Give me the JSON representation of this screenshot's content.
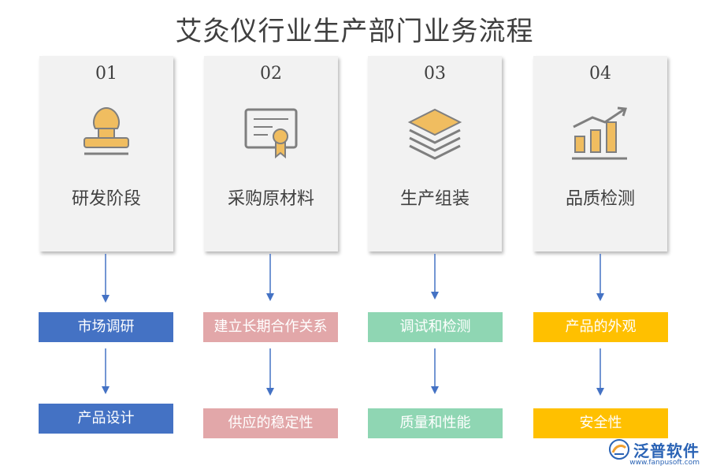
{
  "title": "艾灸仪行业生产部门业务流程",
  "colors": {
    "blue": "#4472c4",
    "pink": "#e2a7a9",
    "green": "#8fd6b3",
    "yellow": "#ffc000",
    "icon_fill": "#f0bd60",
    "icon_stroke": "#7f7f7f",
    "arrow": "#4472c4"
  },
  "stages": [
    {
      "num": "01",
      "icon": "stamp-icon",
      "label": "研发阶段",
      "color": "blue",
      "steps": [
        "市场调研",
        "产品设计"
      ]
    },
    {
      "num": "02",
      "icon": "certificate-icon",
      "label": "采购原材料",
      "color": "pink",
      "steps": [
        "建立长期合作关系",
        "供应的稳定性"
      ]
    },
    {
      "num": "03",
      "icon": "layers-icon",
      "label": "生产组装",
      "color": "green",
      "steps": [
        "调试和检测",
        "质量和性能"
      ]
    },
    {
      "num": "04",
      "icon": "growth-chart-icon",
      "label": "品质检测",
      "color": "yellow",
      "steps": [
        "产品的外观",
        "安全性"
      ]
    }
  ],
  "logo": {
    "brand": "泛普软件",
    "url": "www.fanpusoft.com"
  }
}
